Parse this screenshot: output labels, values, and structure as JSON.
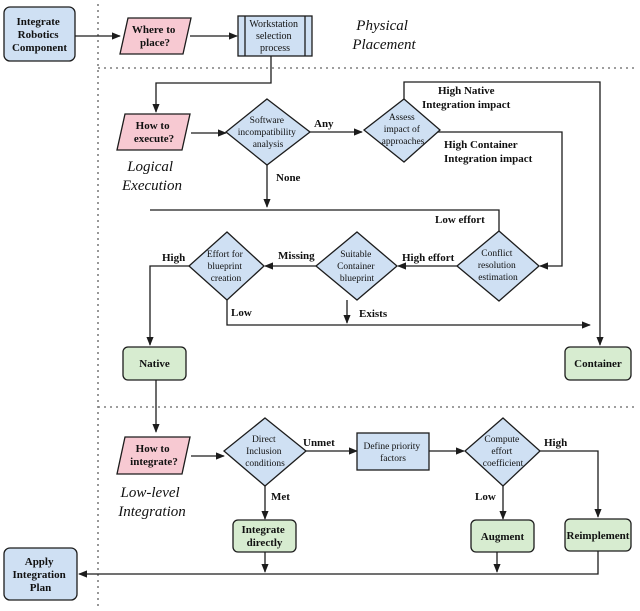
{
  "colors": {
    "blue_fill": "#cfe0f3",
    "pink_fill": "#f7c9d2",
    "green_fill": "#d7ecd0",
    "stroke": "#1c1c1c",
    "dotted": "#7f7f7f"
  },
  "sections": {
    "physical": [
      "Physical",
      "Placement"
    ],
    "logical": [
      "Logical",
      "Execution"
    ],
    "lowlevel": [
      "Low-level",
      "Integration"
    ]
  },
  "nodes": {
    "integrate_robotics": [
      "Integrate",
      "Robotics",
      "Component"
    ],
    "where_place": [
      "Where to",
      "place?"
    ],
    "workstation": [
      "Workstation",
      "selection",
      "process"
    ],
    "how_execute": [
      "How to",
      "execute?"
    ],
    "software_incompat": [
      "Software",
      "incompatibility",
      "analysis"
    ],
    "assess_impact": [
      "Assess",
      "impact of",
      "approaches"
    ],
    "conflict_resolution": [
      "Conflict",
      "resolution",
      "estimation"
    ],
    "suitable_container": [
      "Suitable",
      "Container",
      "blueprint"
    ],
    "effort_blueprint": [
      "Effort for",
      "blueprint",
      "creation"
    ],
    "native": [
      "Native"
    ],
    "container": [
      "Container"
    ],
    "how_integrate": [
      "How to",
      "integrate?"
    ],
    "direct_inclusion": [
      "Direct",
      "Inclusion",
      "conditions"
    ],
    "define_priority": [
      "Define priority",
      "factors"
    ],
    "compute_effort": [
      "Compute",
      "effort",
      "coefficient"
    ],
    "integrate_directly": [
      "Integrate",
      "directly"
    ],
    "augment": [
      "Augment"
    ],
    "reimplement": [
      "Reimplement"
    ],
    "apply_plan": [
      "Apply",
      "Integration",
      "Plan"
    ]
  },
  "edge_labels": {
    "any": "Any",
    "none": "None",
    "high_native": [
      "High Native",
      "Integration impact"
    ],
    "high_container": [
      "High Container",
      "Integration impact"
    ],
    "low_effort": "Low effort",
    "high_effort": "High effort",
    "missing": "Missing",
    "high": "High",
    "low": "Low",
    "exists": "Exists",
    "unmet": "Unmet",
    "met": "Met",
    "high2": "High",
    "low2": "Low"
  }
}
